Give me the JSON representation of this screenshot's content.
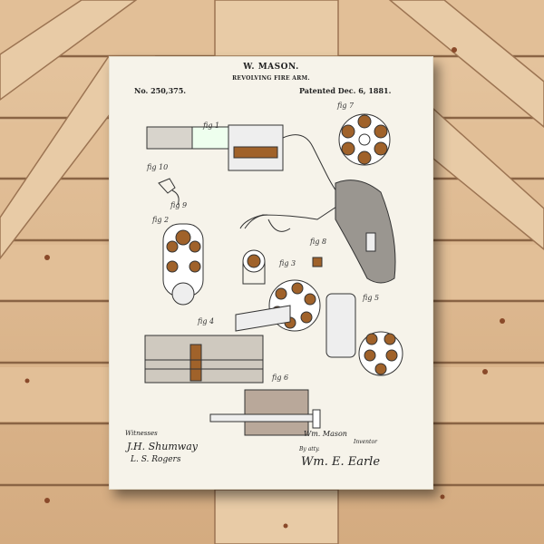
{
  "patent": {
    "inventor_header": "W. MASON.",
    "subject": "REVOLVING FIRE ARM.",
    "number": "No. 250,375.",
    "date": "Patented Dec. 6, 1881."
  },
  "figures": [
    "fig 1",
    "fig 7",
    "fig 10",
    "fig 9",
    "fig 2",
    "fig 8",
    "fig 3",
    "fig 4",
    "fig 5",
    "fig 6"
  ],
  "signatures": {
    "witnesses_label": "Witnesses",
    "witness_1": "J.H. Shumway",
    "witness_2": "L. S. Rogers",
    "inventor_name": "Wm. Mason",
    "inventor_label": "Inventor",
    "attorney_label": "By atty.",
    "attorney_name": "Wm. E. Earle"
  },
  "colors": {
    "wood": "#d9b48c",
    "paper": "#f6f3ea",
    "ink": "#222222",
    "copper": "#a0622a"
  }
}
